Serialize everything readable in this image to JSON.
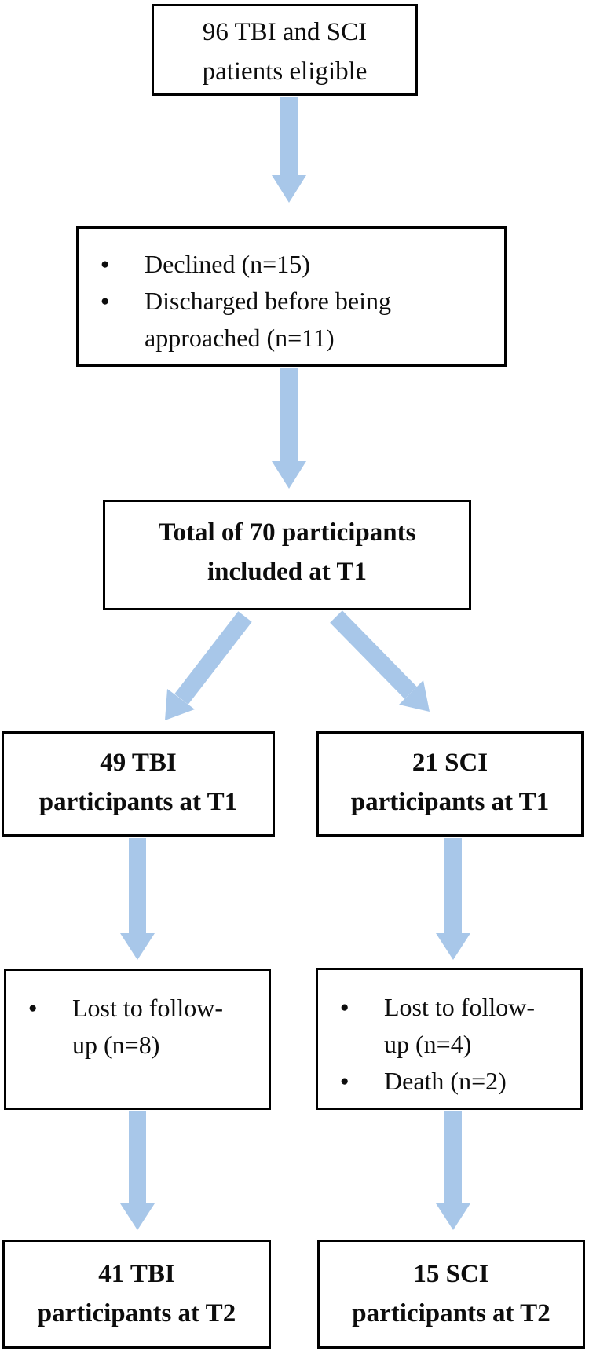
{
  "diagram": {
    "arrow_color": "#A8C7E9",
    "box_border_color": "#000000",
    "text_color": "#0d0d0d",
    "boxes": {
      "eligible": {
        "lines": [
          "96 TBI and SCI",
          "patients eligible"
        ]
      },
      "excluded_t1": {
        "bullets": [
          "Declined (n=15)",
          "Discharged before being approached (n=11)"
        ]
      },
      "included_t1": {
        "lines": [
          "Total of 70 participants",
          "included at T1"
        ]
      },
      "tbi_t1": {
        "lines": [
          "49 TBI",
          "participants at T1"
        ]
      },
      "sci_t1": {
        "lines": [
          "21 SCI",
          "participants at T1"
        ]
      },
      "tbi_lost": {
        "bullets": [
          "Lost to follow-up (n=8)"
        ]
      },
      "sci_lost": {
        "bullets": [
          "Lost to follow-up (n=4)",
          "Death (n=2)"
        ]
      },
      "tbi_t2": {
        "lines": [
          "41 TBI",
          "participants at T2"
        ]
      },
      "sci_t2": {
        "lines": [
          "15 SCI",
          "participants at T2"
        ]
      }
    }
  }
}
